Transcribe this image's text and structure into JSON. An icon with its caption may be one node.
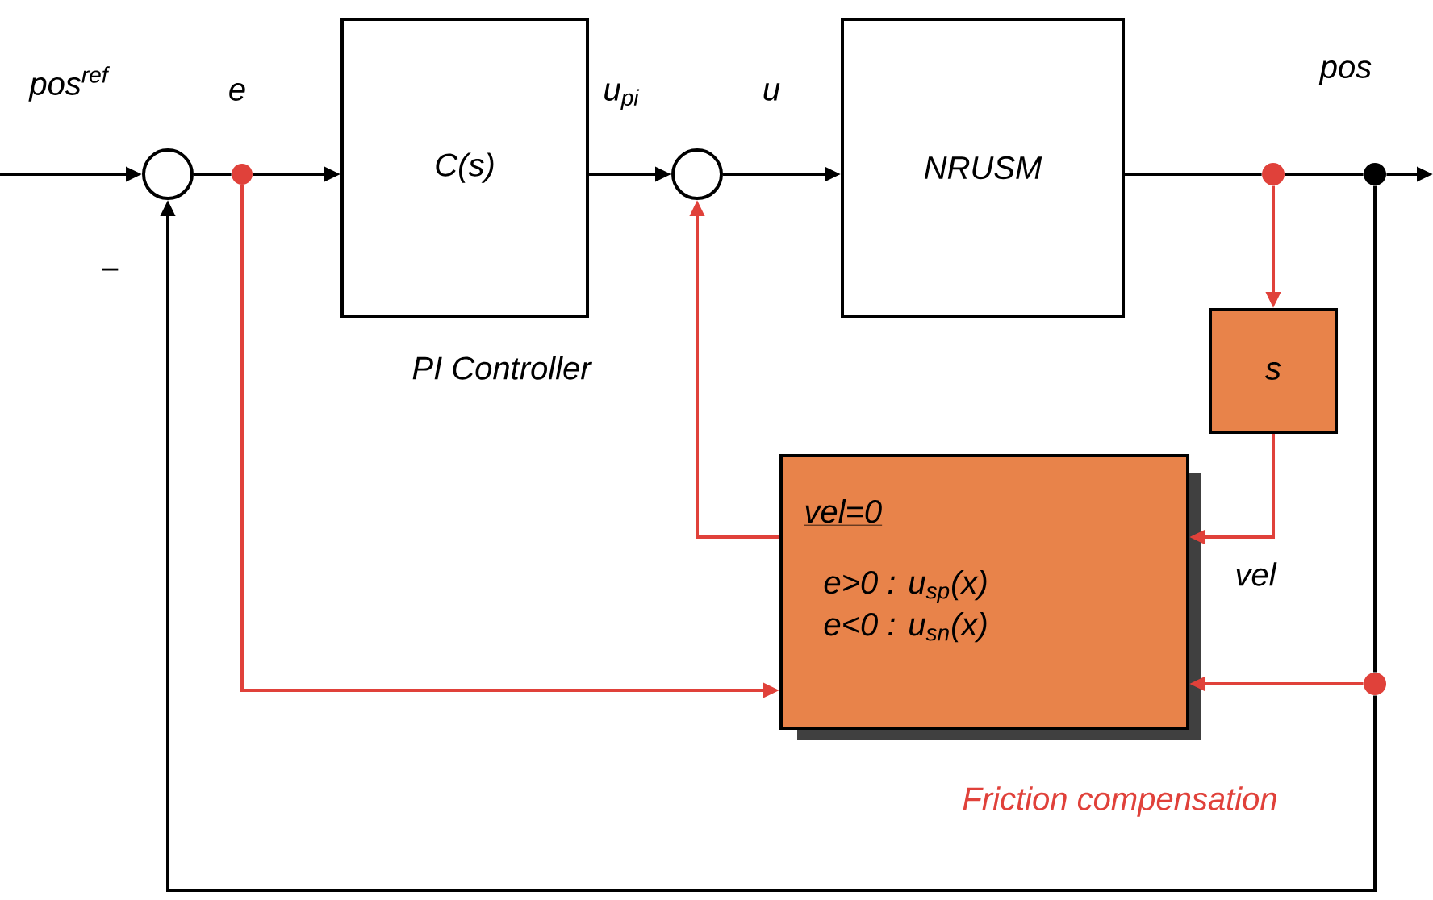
{
  "diagram": {
    "nodes": [
      {
        "text": [],
        "shape": "circle"
      },
      {
        "text": [],
        "shape": "dot"
      },
      {
        "text": [
          "C(s)"
        ],
        "beside": [
          "PI Controller"
        ]
      },
      {
        "text": [],
        "shape": "circle"
      },
      {
        "text": [
          "NRUSM"
        ]
      },
      {
        "text": [],
        "shape": "dot"
      },
      {
        "text": [],
        "shape": "dot"
      },
      {
        "text": [
          "s"
        ]
      },
      {
        "text": [
          "vel=0",
          "e>0 : u$_{sp}$(x)",
          "e<0 : u$_{sn}$(x)"
        ],
        "beside": [
          "Friction compensation"
        ]
      },
      {
        "text": [],
        "shape": "dot"
      }
    ],
    "edges": [
      {
        "from": null,
        "to": 0,
        "arrow": "to"
      },
      {
        "from": 0,
        "to": 1,
        "arrow": "none"
      },
      {
        "from": 1,
        "to": 2,
        "arrow": "to"
      },
      {
        "from": 2,
        "to": 3,
        "arrow": "to"
      },
      {
        "from": 3,
        "to": 4,
        "arrow": "to"
      },
      {
        "from": 4,
        "to": 5,
        "arrow": "none"
      },
      {
        "from": 5,
        "to": 6,
        "arrow": "none"
      },
      {
        "from": 6,
        "to": null,
        "arrow": "to"
      },
      {
        "from": 5,
        "to": 7,
        "arrow": "to",
        "color": "#e0413a"
      },
      {
        "from": 7,
        "to": 8,
        "arrow": "to",
        "color": "#e0413a"
      },
      {
        "from": 1,
        "to": 8,
        "arrow": "to",
        "color": "#e0413a"
      },
      {
        "from": 8,
        "to": 3,
        "arrow": "to",
        "color": "#e0413a"
      },
      {
        "from": 6,
        "to": 9,
        "arrow": "none"
      },
      {
        "from": 9,
        "to": 8,
        "arrow": "to",
        "color": "#e0413a"
      },
      {
        "from": 9,
        "to": 0,
        "arrow": "to"
      }
    ],
    "labels": [
      "pos$^{ref}$",
      "e",
      "u$_{pi}$",
      "u",
      "pos",
      "−",
      "vel"
    ]
  }
}
